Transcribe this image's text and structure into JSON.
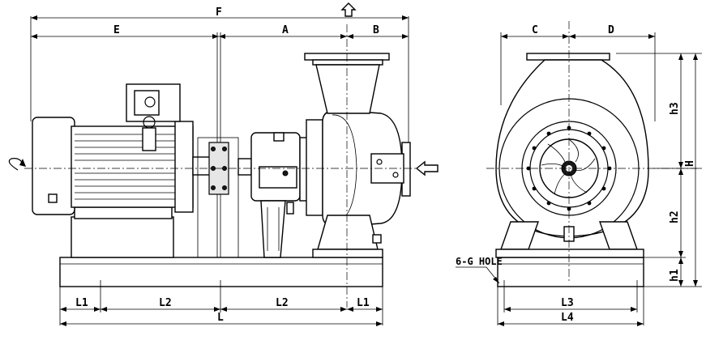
{
  "dimensions": {
    "F": "F",
    "E": "E",
    "A": "A",
    "B": "B",
    "C": "C",
    "D": "D",
    "H": "H",
    "h1": "h1",
    "h2": "h2",
    "h3": "h3",
    "L": "L",
    "L1": "L1",
    "L2": "L2",
    "L3": "L3",
    "L4": "L4"
  },
  "notes": {
    "hole": "6-G HOLE"
  },
  "icons": {
    "rotation": "rotation-arrow-icon",
    "flow_out": "flow-up-arrow-icon",
    "flow_in": "flow-in-arrow-icon"
  }
}
